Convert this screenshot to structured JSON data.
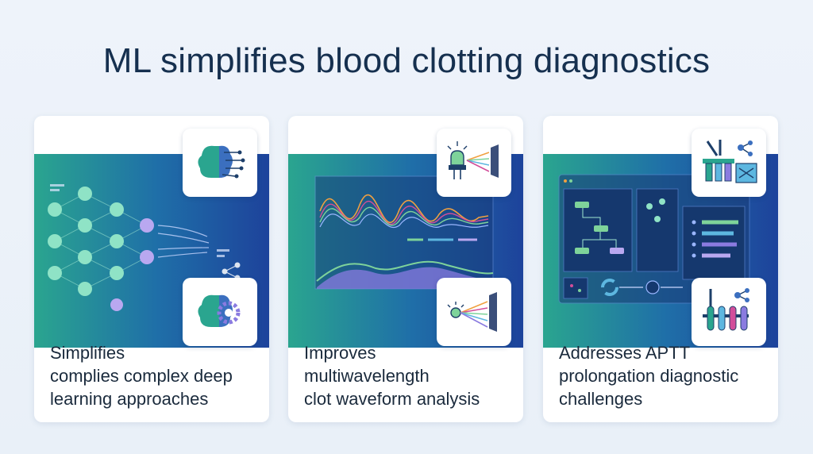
{
  "title": "ML simplifies blood clotting diagnostics",
  "colors": {
    "navy": "#16304f",
    "teal": "#2aa58f",
    "blue": "#1d4fb0",
    "violet": "#8a7be0",
    "green": "#7ed39a"
  },
  "cards": [
    {
      "caption_lines": [
        "Simplifies",
        "complies complex deep",
        "learning approaches"
      ],
      "icons": [
        "brain-circuit-icon",
        "brain-gear-icon"
      ]
    },
    {
      "caption_lines": [
        "Improves",
        "multiwavelength",
        "clot waveform analysis"
      ],
      "icons": [
        "led-light-source-icon",
        "light-spectrum-icon"
      ]
    },
    {
      "caption_lines": [
        "Addresses APTT",
        "prolongation diagnostic",
        "challenges"
      ],
      "icons": [
        "lab-tubes-molecule-icon",
        "pipette-tubes-icon"
      ]
    }
  ]
}
